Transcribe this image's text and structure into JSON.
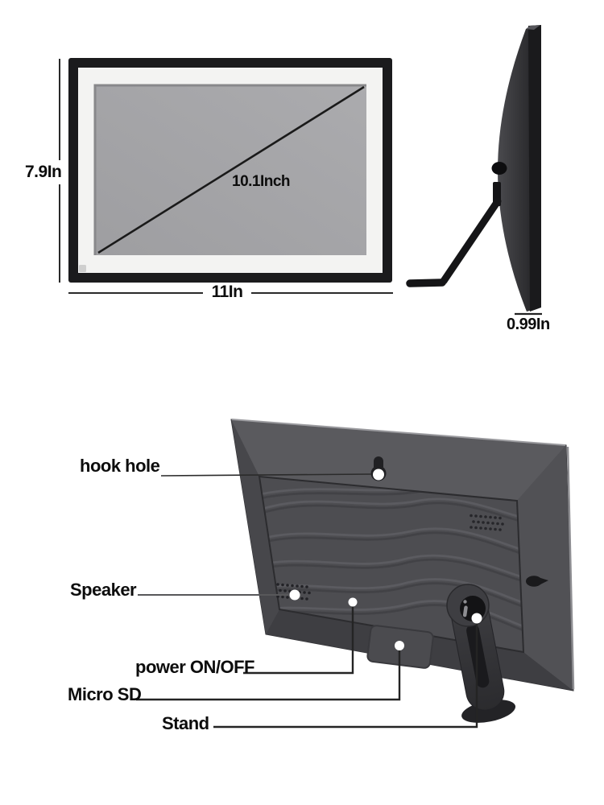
{
  "front_view": {
    "height_label": "7.9In",
    "width_label": "11In",
    "screen_diagonal_label": "10.1Inch"
  },
  "side_view": {
    "depth_label": "0.99In"
  },
  "back_view": {
    "hook_hole_label": "hook hole",
    "speaker_label": "Speaker",
    "power_label": "power ON/OFF",
    "micro_sd_label": "Micro SD",
    "stand_label": "Stand"
  },
  "colors": {
    "background": "#ffffff",
    "frame_black": "#1b1b1d",
    "mat_white": "#f3f3f2",
    "screen_gray": "#a4a4a7",
    "back_panel_gray": "#4d4d51",
    "label_text": "#0d0d0d",
    "callout_dot": "#ffffff"
  }
}
